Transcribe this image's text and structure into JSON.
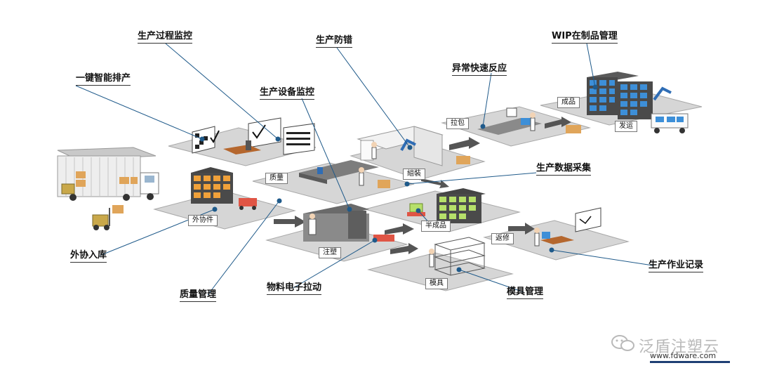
{
  "callouts": {
    "production_process_monitoring": "生产过程监控",
    "one_click_scheduling": "一键智能排产",
    "error_proofing": "生产防错",
    "equipment_monitoring": "生产设备监控",
    "exception_response": "异常快速反应",
    "wip_management": "WIP在制品管理",
    "data_collection": "生产数据采集",
    "outsourcing_inbound": "外协入库",
    "quality_management": "质量管理",
    "material_pull": "物料电子拉动",
    "mold_management": "模具管理",
    "work_records": "生产作业记录"
  },
  "zones": {
    "finished_goods": "成品",
    "shipping": "发运",
    "packing": "拉包",
    "quality_inspection": "质量",
    "assembly": "組裝",
    "outsourcing": "外协件",
    "semi_finished": "半成品",
    "rework": "返修",
    "injection": "注塑",
    "mold": "模具"
  },
  "watermark": {
    "brand": "泛盾注塑云",
    "url": "www.fdware.com"
  },
  "colors": {
    "floor": "#d6d6d6",
    "floor_edge": "#a8a8a8",
    "arrow": "#555555",
    "leader_line": "#1f5a8a",
    "shelf_orange": "#f0a13a",
    "shelf_green": "#b6e06a",
    "rack_blue": "#3d8fd8",
    "brand_navy": "#1f3f74"
  }
}
